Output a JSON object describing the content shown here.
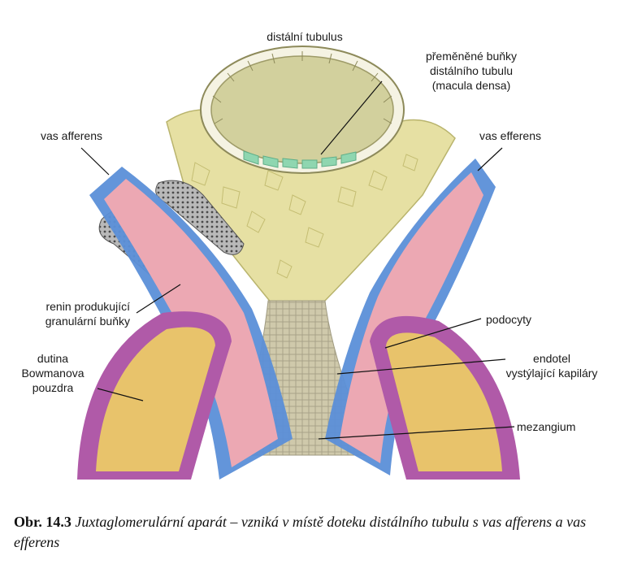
{
  "labels": {
    "distal_tubule": "distální tubulus",
    "macula_densa": "přeměněné buňky\ndistálního tubulu\n(macula densa)",
    "vas_afferens": "vas afferens",
    "vas_efferens": "vas efferens",
    "renin_cells": "renin produkující\ngranulární buňky",
    "podocytes": "podocyty",
    "endothelium": "endotel\nvystýlající kapiláry",
    "bowman_cavity": "dutina\nBowmanova\npouzdra",
    "mesangium": "mezangium"
  },
  "caption": {
    "number": "Obr. 14.3",
    "text": "Juxtaglomerulární aparát – vzniká v místě doteku distálního tubulu s vas afferens a vas efferens"
  },
  "colors": {
    "tubule_fill": "#d8d7a6",
    "tubule_rim": "#f3f1df",
    "macula_densa": "#8fd6b0",
    "interstitium": "#e9e3a6",
    "vessel_lumen": "#ecaab5",
    "vessel_wall": "#5b8fd8",
    "podocyte": "#b05aa8",
    "bowman_fill": "#e8c36b",
    "granular_cells": "#9a9a9a",
    "mesangium": "#c9c3a6",
    "leader_line": "#111111"
  }
}
